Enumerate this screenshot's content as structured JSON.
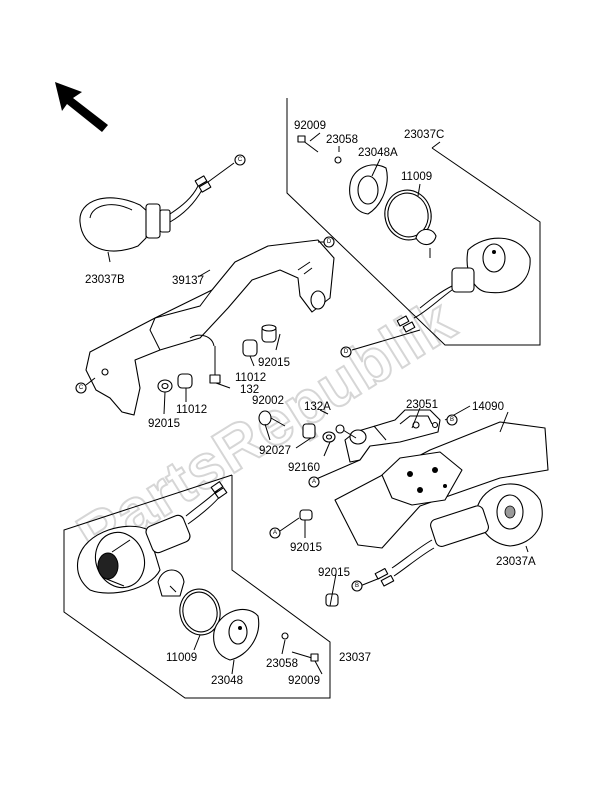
{
  "watermark": "PartsRepublik",
  "callout_letters": {
    "c": "C",
    "d": "D",
    "a": "A",
    "b": "B"
  },
  "labels": {
    "23037C": "23037C",
    "92009_top": "92009",
    "23058_top": "23058",
    "23048A": "23048A",
    "11009_top": "11009",
    "23037B": "23037B",
    "39137": "39137",
    "92015_a": "92015",
    "11012_a": "11012",
    "132": "132",
    "11012_b": "11012",
    "92015_b": "92015",
    "92002": "92002",
    "132A": "132A",
    "23051": "23051",
    "14090": "14090",
    "92027": "92027",
    "92160": "92160",
    "92015_c": "92015",
    "23037A": "23037A",
    "92015_d": "92015",
    "11009_bot": "11009",
    "23058_bot": "23058",
    "23037": "23037",
    "23048": "23048",
    "92009_bot": "92009"
  }
}
